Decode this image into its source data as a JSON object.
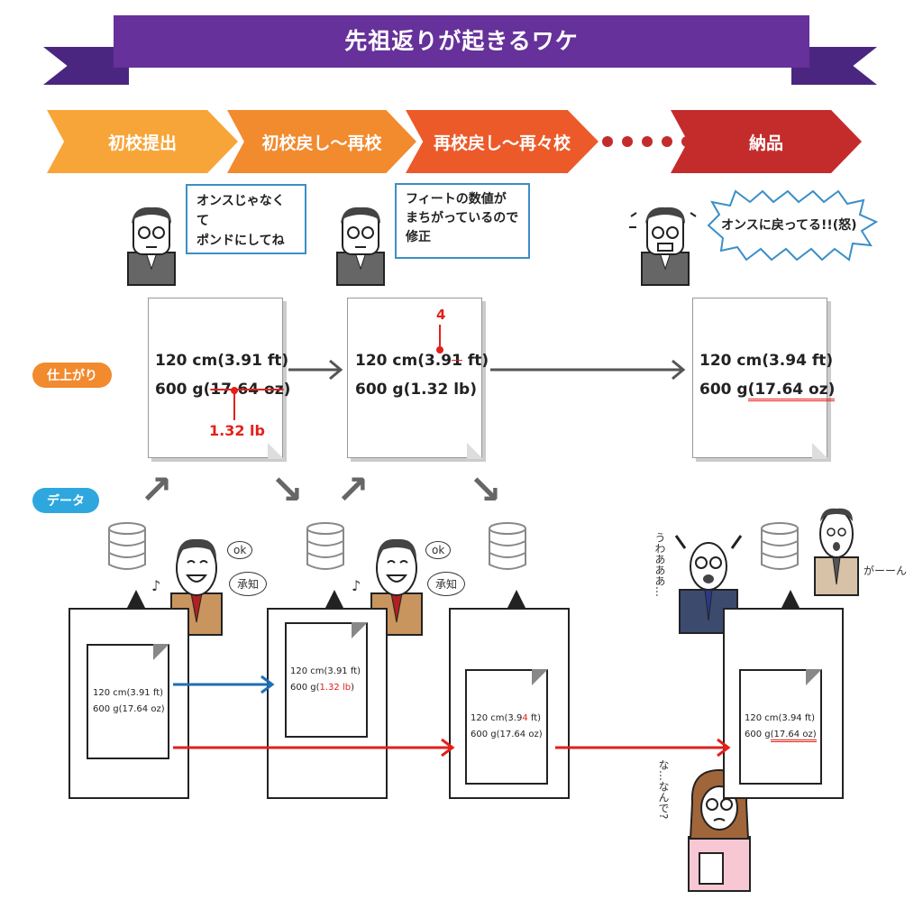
{
  "title": "先祖返りが起きるワケ",
  "steps": [
    {
      "label": "初校提出",
      "color": "#f7a539"
    },
    {
      "label": "初校戻し〜再校",
      "color": "#f28a2e"
    },
    {
      "label": "再校戻し〜再々校",
      "color": "#ec5a2a"
    },
    {
      "label": "納品",
      "color": "#c42c2c"
    }
  ],
  "bubbles": {
    "b1": [
      "オンスじゃなくて",
      "ポンドにしてね"
    ],
    "b2": [
      "フィートの数値が",
      "まちがっているので",
      "修正"
    ],
    "b3": "オンスに戻ってる!!(怒)"
  },
  "labels": {
    "finish": "仕上がり",
    "data": "データ"
  },
  "sheets": {
    "s1": {
      "line1": "120 cm(3.91 ft)",
      "line2_pre": "600 g(",
      "line2_strike": "17.64 oz",
      "line2_post": ")",
      "correction": "1.32 lb"
    },
    "s2": {
      "line1_pre": "120 cm(3.9",
      "line1_strike": "1",
      "line1_post": " ft)",
      "line2": "600 g(1.32 lb)",
      "correction": "4"
    },
    "s3": {
      "line1": "120 cm(3.94 ft)",
      "line2_pre": "600 g",
      "line2_ul": "(17.64 oz)"
    }
  },
  "docs": {
    "d1": {
      "line1": "120 cm(3.91 ft)",
      "line2": "600 g(17.64 oz)"
    },
    "d2": {
      "line1": "120 cm(3.91 ft)",
      "line2_pre": "600 g(",
      "line2_red": "1.32 lb",
      "line2_post": ")"
    },
    "d3": {
      "line1_pre": "120 cm(3.9",
      "line1_red": "4",
      "line1_post": " ft)",
      "line2": "600 g(17.64 oz)"
    },
    "d4": {
      "line1": "120 cm(3.94 ft)",
      "line2_pre": "600 g",
      "line2_ul": "(17.64 oz)"
    }
  },
  "handwriting": {
    "ok": "ok",
    "shouchi": "承知",
    "panic": "うわあああ…",
    "gaan": "がーーん",
    "nanande": "な…なんで?"
  },
  "colors": {
    "arrow_red": "#e3201b",
    "arrow_blue": "#1e6fb8",
    "bubble_border": "#3a8fc6"
  }
}
